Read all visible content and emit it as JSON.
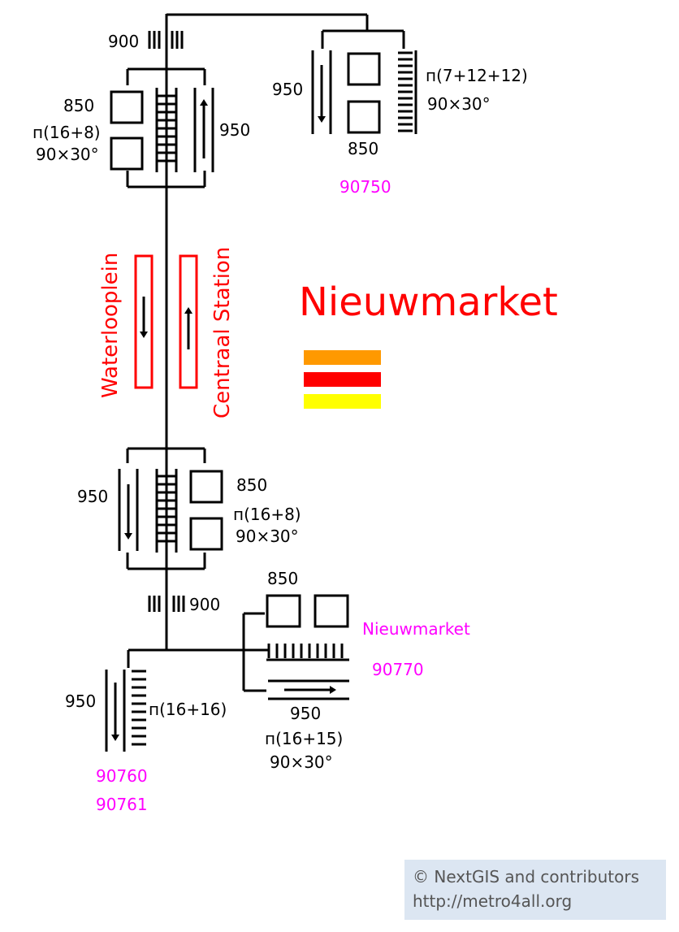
{
  "station_name": "Nieuwmarket",
  "line_colors": [
    "#ff9900",
    "#ff0000",
    "#ffff00"
  ],
  "directions": {
    "left": "Waterlooplein",
    "right": "Centraal Station"
  },
  "top_left": {
    "stair_width": "900",
    "elevator": "850",
    "stairs": "п(16+8)",
    "escalator_size": "90×30°",
    "escalator_width": "950"
  },
  "top_right": {
    "escalator_width": "950",
    "stairs": "п(7+12+12)",
    "escalator_size": "90×30°",
    "elevator": "850",
    "exit": "90750"
  },
  "middle": {
    "escalator_width": "950",
    "elevator": "850",
    "stairs": "п(16+8)",
    "escalator_size": "90×30°"
  },
  "bottom_left": {
    "stair_width": "900",
    "escalator_width": "950",
    "stairs": "п(16+16)",
    "exit_1": "90760",
    "exit_2": "90761"
  },
  "bottom_right": {
    "elevator": "850",
    "name": "Nieuwmarket",
    "exit": "90770",
    "escalator_width": "950",
    "stairs": "п(16+15)",
    "escalator_size": "90×30°"
  },
  "credits": {
    "line1": "© NextGIS and contributors",
    "line2": "http://metro4all.org"
  }
}
